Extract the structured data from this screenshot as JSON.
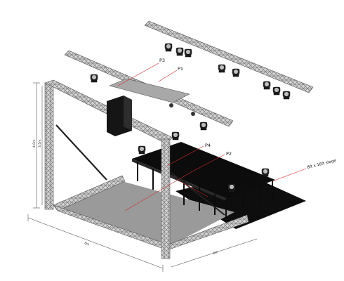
{
  "labels": {
    "p1": "P1",
    "p2": "P2",
    "p3": "P3",
    "p4": "P4"
  },
  "stage_note": "8ft x 16ft stage",
  "dimensions": {
    "height_outer": "4.0m",
    "height_inner": "3.5m",
    "base_left": "8m",
    "base_right": "6m"
  },
  "colors": {
    "truss": "#c8c8c8",
    "truss_dark": "#7a7a7a",
    "floor": "#9a9a9a",
    "deck": "#0c0c0c",
    "laser": "#d22a2a"
  }
}
